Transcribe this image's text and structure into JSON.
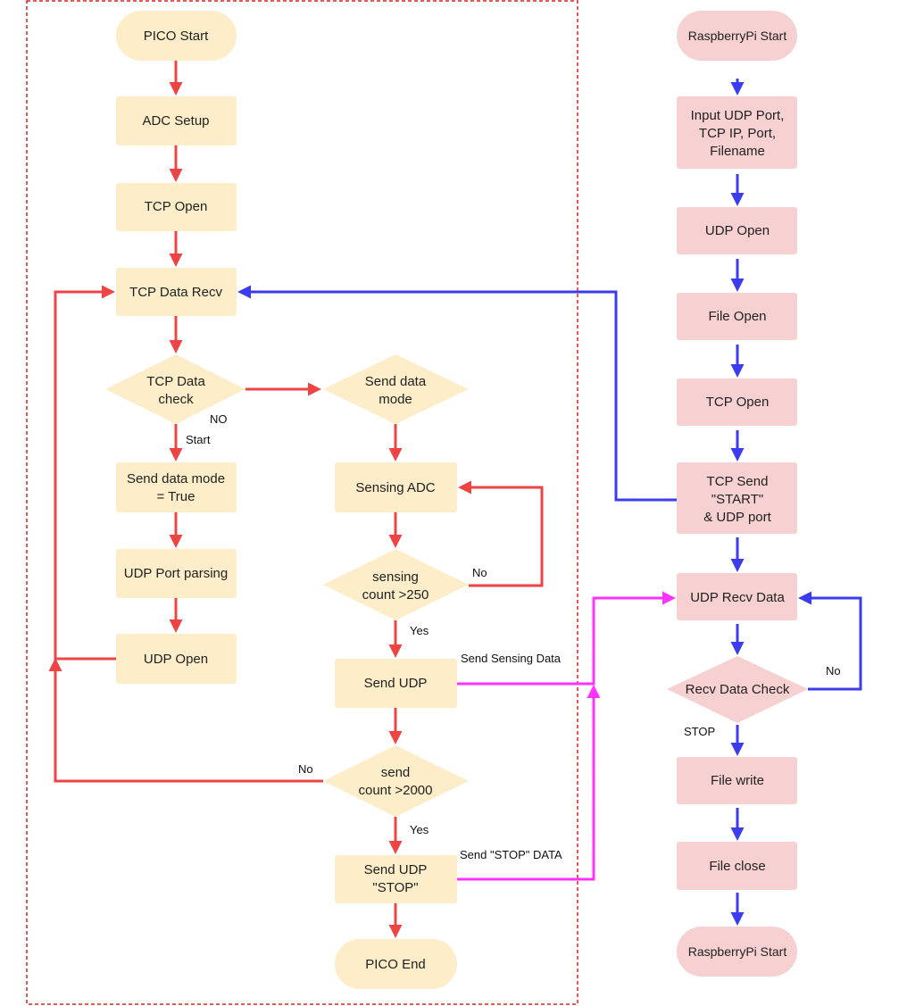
{
  "colors": {
    "pico_fill": "#fdedc8",
    "pi_fill": "#f7d0d1",
    "red_arrow": "#ef4444",
    "blue_arrow": "#3b3bf0",
    "magenta_arrow": "#ff33ff",
    "dashed_border": "#e02020"
  },
  "pico": {
    "start": "PICO Start",
    "adc_setup": "ADC Setup",
    "tcp_open": "TCP Open",
    "tcp_data_recv": "TCP Data Recv",
    "tcp_data_check": [
      "TCP Data",
      "check"
    ],
    "send_data_mode_true": [
      "Send data mode",
      "= True"
    ],
    "udp_port_parsing": "UDP Port parsing",
    "udp_open": "UDP Open",
    "send_data_mode": [
      "Send data",
      "mode"
    ],
    "sensing_adc": "Sensing ADC",
    "sensing_count": [
      "sensing",
      "count >250"
    ],
    "send_udp": "Send UDP",
    "send_count": [
      "send",
      "count >2000"
    ],
    "send_udp_stop": [
      "Send UDP",
      "\"STOP\""
    ],
    "end": "PICO End"
  },
  "pi": {
    "start": "RaspberryPi Start",
    "input": [
      "Input UDP Port,",
      "TCP IP, Port,",
      "Filename"
    ],
    "udp_open": "UDP Open",
    "file_open": "File Open",
    "tcp_open": "TCP Open",
    "tcp_send": [
      "TCP Send",
      "\"START\"",
      "& UDP port"
    ],
    "udp_recv": "UDP Recv Data",
    "recv_check": "Recv Data Check",
    "file_write": "File write",
    "file_close": "File close",
    "end": "RaspberryPi Start"
  },
  "labels": {
    "no_tcp_check": "NO",
    "start": "Start",
    "no_sensing": "No",
    "yes_sensing": "Yes",
    "no_send": "No",
    "yes_send": "Yes",
    "no_recv": "No",
    "stop_recv": "STOP",
    "send_sensing_data": "Send Sensing Data",
    "send_stop_data": "Send \"STOP\" DATA"
  }
}
